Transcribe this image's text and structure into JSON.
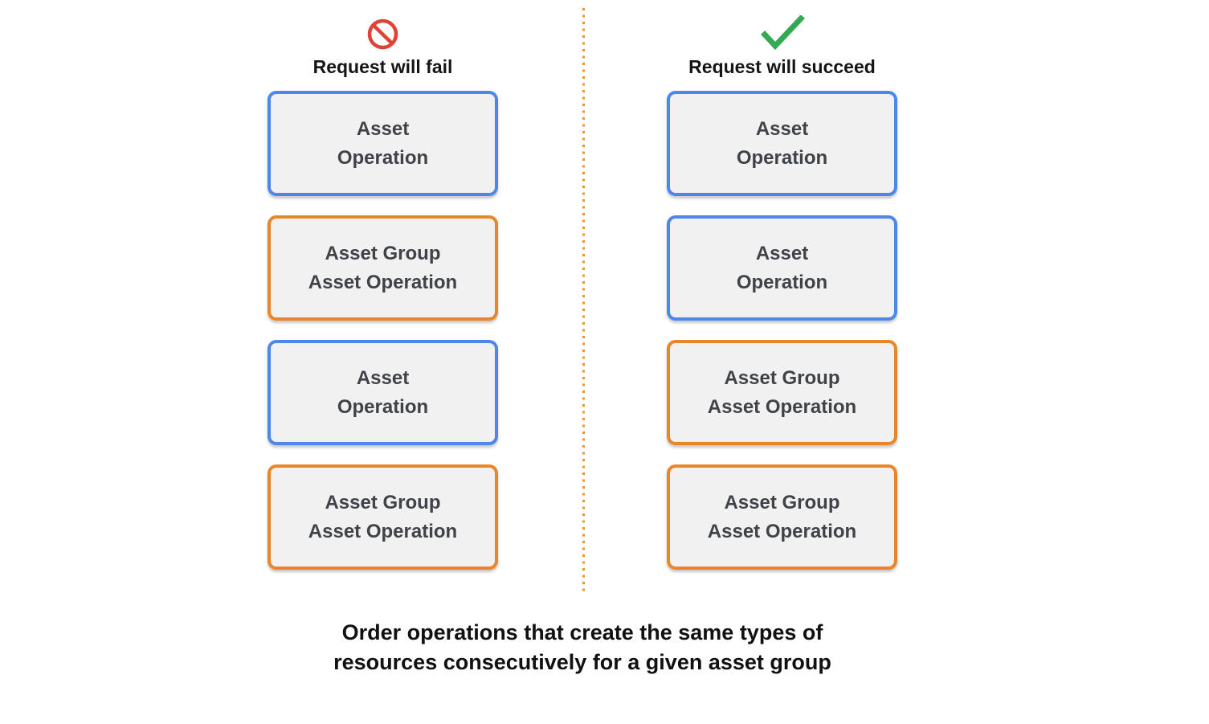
{
  "caption": "Order operations that create the same types of\nresources consecutively for a given asset group",
  "columns": [
    {
      "title": "Request will fail",
      "icon": "prohibition-icon",
      "boxes": [
        {
          "label": "Asset\nOperation",
          "css": "box box-blue"
        },
        {
          "label": "Asset Group\nAsset Operation",
          "css": "box box-orange"
        },
        {
          "label": "Asset\nOperation",
          "css": "box box-blue"
        },
        {
          "label": "Asset Group\nAsset Operation",
          "css": "box box-orange"
        }
      ]
    },
    {
      "title": "Request will succeed",
      "icon": "checkmark-icon",
      "boxes": [
        {
          "label": "Asset\nOperation",
          "css": "box box-blue"
        },
        {
          "label": "Asset\nOperation",
          "css": "box box-blue"
        },
        {
          "label": "Asset Group\nAsset Operation",
          "css": "box box-orange"
        },
        {
          "label": "Asset Group\nAsset Operation",
          "css": "box box-orange"
        }
      ]
    }
  ],
  "colors": {
    "blue_border": "#4e86ec",
    "orange_border": "#e8862a",
    "box_fill": "#f1f1f1",
    "box_text": "#3f4348",
    "fail_icon_red": "#e04236",
    "success_icon_green": "#34a853",
    "divider_orange": "#e8952f"
  }
}
